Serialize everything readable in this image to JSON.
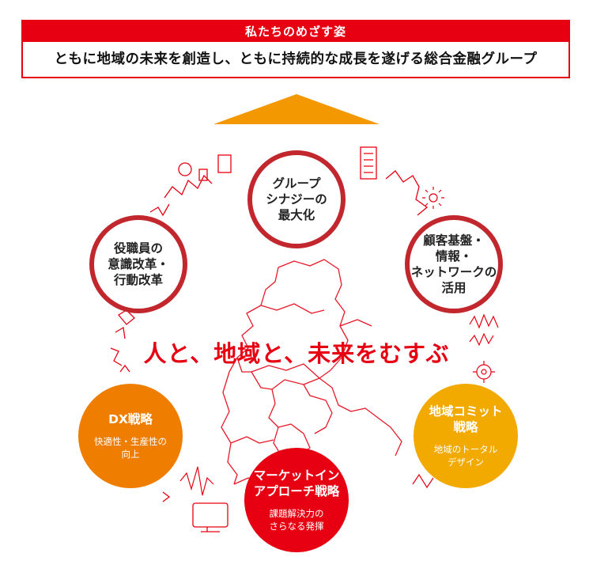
{
  "header": {
    "title": "私たちのめざす姿",
    "vision": "ともに地域の未来を創造し、ともに持続的な成長を遂げる総合金融グループ"
  },
  "slogan": "人と、地域と、未来をむすぶ",
  "strategies": {
    "group_synergy": {
      "lines": [
        "グループ",
        "シナジーの",
        "最大化"
      ]
    },
    "customer_base": {
      "lines": [
        "顧客基盤・",
        "情報・",
        "ネットワークの",
        "活用"
      ]
    },
    "staff_reform": {
      "lines": [
        "役職員の",
        "意識改革・",
        "行動改革"
      ]
    },
    "dx": {
      "title": [
        "DX戦略"
      ],
      "subtitle": [
        "快適性・生産性の",
        "向上"
      ]
    },
    "market_in": {
      "title": [
        "マーケットイン",
        "アプローチ戦略"
      ],
      "subtitle": [
        "課題解決力の",
        "さらなる発揮"
      ]
    },
    "regional": {
      "title": [
        "地域コミット",
        "戦略"
      ],
      "subtitle": [
        "地域のトータル",
        "デザイン"
      ]
    }
  },
  "colors": {
    "brand_red": "#e60012",
    "ring_red": "#c1272d",
    "arrow_orange": "#f39800",
    "dx_orange": "#ee7d00",
    "market_red": "#e60012",
    "regional_yellow": "#f2a900"
  },
  "icons": [
    "up-arrow-icon",
    "city-skyline-icon",
    "building-icon",
    "sun-icon",
    "cherry-blossom-icon",
    "waveform-icon",
    "monitor-icon"
  ]
}
